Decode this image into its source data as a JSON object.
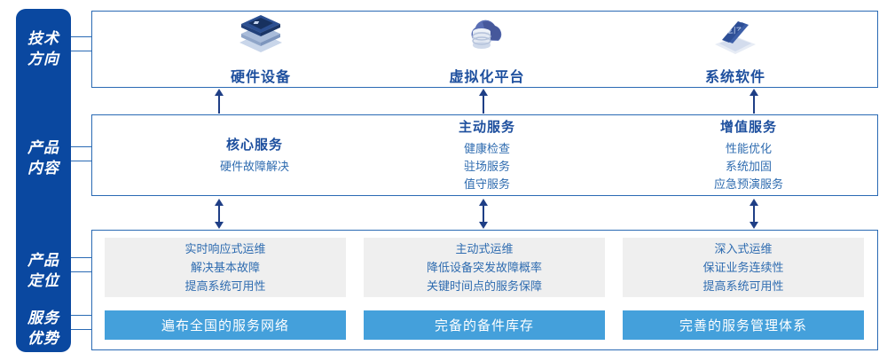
{
  "colors": {
    "sidebar_bg": "#0a48a0",
    "box_border": "#2a6ab4",
    "title_blue": "#1d4f9e",
    "text_blue": "#2f6cb0",
    "gray_card": "#efefef",
    "blue_bar": "#44a0db",
    "arrow": "#1f3f86"
  },
  "sidebar": {
    "items": [
      {
        "name": "tech-direction",
        "lines": [
          "技术",
          "方向"
        ]
      },
      {
        "name": "product-content",
        "lines": [
          "产品",
          "内容"
        ]
      },
      {
        "name": "product-positioning",
        "lines": [
          "产品",
          "定位"
        ]
      },
      {
        "name": "service-advantage",
        "lines": [
          "服务",
          "优势"
        ]
      }
    ]
  },
  "tech_direction": {
    "columns": [
      {
        "icon": "server-stack-icon",
        "title": "硬件设备"
      },
      {
        "icon": "cloud-database-icon",
        "title": "虚拟化平台"
      },
      {
        "icon": "code-laptop-icon",
        "title": "系统软件"
      }
    ]
  },
  "product_content": {
    "columns": [
      {
        "title": "核心服务",
        "items": [
          "硬件故障解决"
        ]
      },
      {
        "title": "主动服务",
        "items": [
          "健康检查",
          "驻场服务",
          "值守服务"
        ]
      },
      {
        "title": "增值服务",
        "items": [
          "性能优化",
          "系统加固",
          "应急预演服务"
        ]
      }
    ]
  },
  "product_positioning": {
    "cards": [
      {
        "lines": [
          "实时响应式运维",
          "解决基本故障",
          "提高系统可用性"
        ]
      },
      {
        "lines": [
          "主动式运维",
          "降低设备突发故障概率",
          "关键时间点的服务保障"
        ]
      },
      {
        "lines": [
          "深入式运维",
          "保证业务连续性",
          "提高系统可用性"
        ]
      }
    ]
  },
  "service_advantage": {
    "bars": [
      {
        "label": "遍布全国的服务网络"
      },
      {
        "label": "完备的备件库存"
      },
      {
        "label": "完善的服务管理体系"
      }
    ]
  }
}
